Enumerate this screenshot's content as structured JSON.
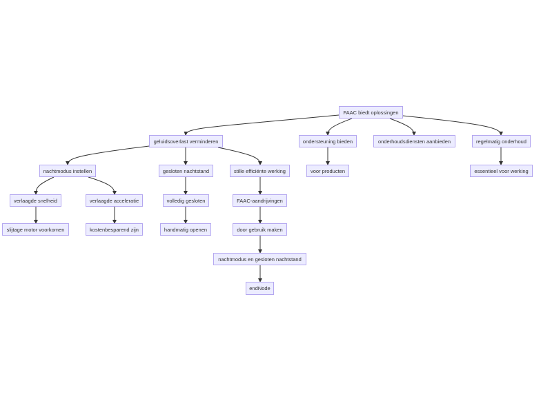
{
  "nodes": {
    "root": "FAAC biedt oplossingen",
    "geluid": "geluidsoverlast verminderen",
    "ondersteuning": "ondersteuning bieden",
    "onderhoudsdiensten": "onderhoudsdiensten aanbieden",
    "regelmatig": "regelmatig onderhoud",
    "nachtmodus": "nachtmodus instellen",
    "gesloten": "gesloten nachtstand",
    "stille": "stille efficiënte werking",
    "voor": "voor producten",
    "essentieel": "essentieel voor werking",
    "snelheid": "verlaagde snelheid",
    "acceleratie": "verlaagde acceleratie",
    "volledig": "volledig gesloten",
    "faac": "FAAC-aandrijvingen",
    "slijtage": "slijtage motor voorkomen",
    "kosten": "kostenbesparend zijn",
    "handmatig": "handmatig openen",
    "door": "door gebruik maken",
    "combi": "nachtmodus en gesloten nachtstand",
    "end": "endNode"
  }
}
